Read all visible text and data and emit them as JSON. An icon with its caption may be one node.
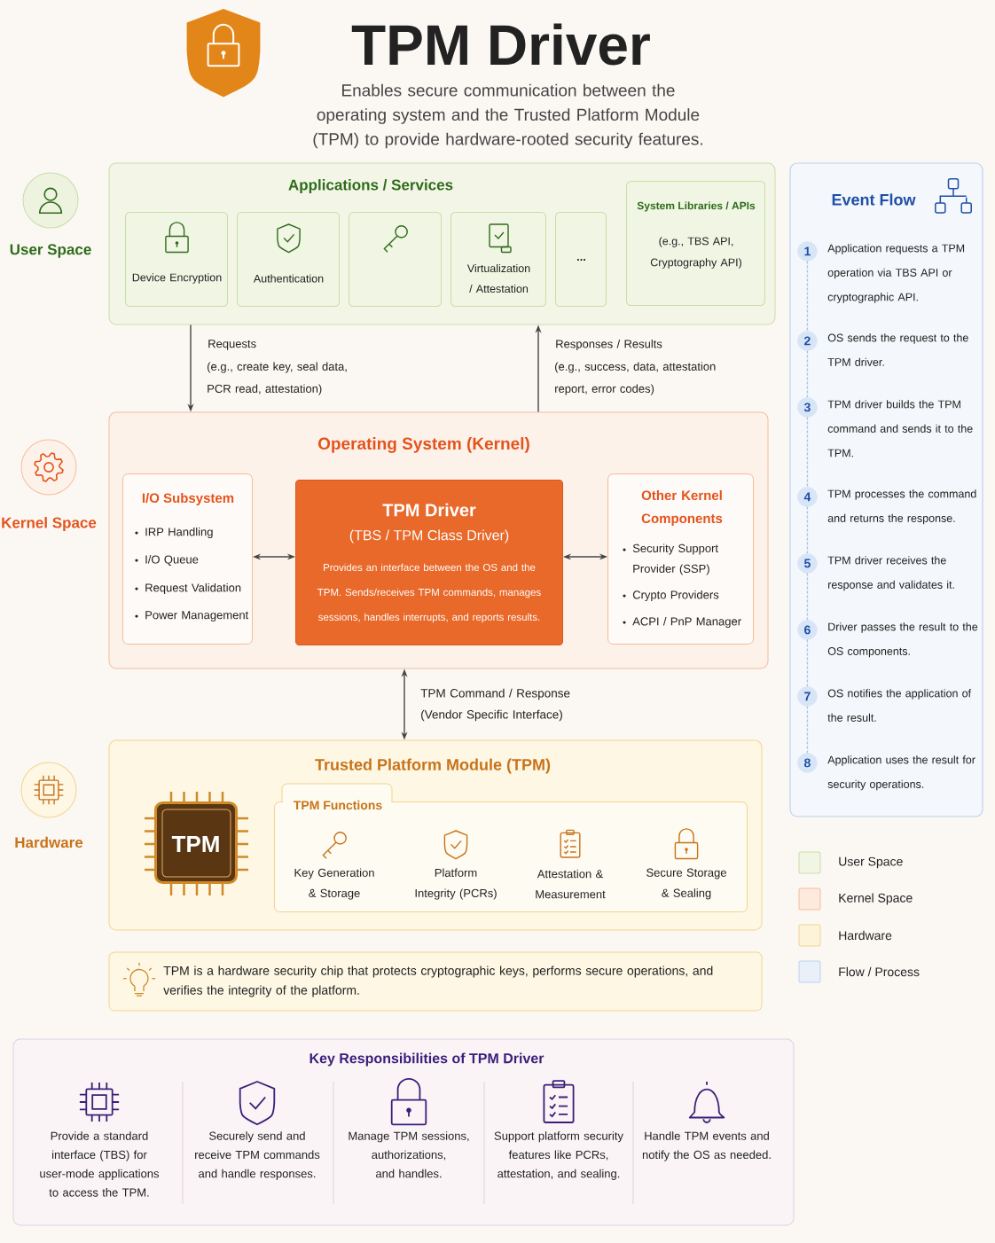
{
  "diagram": {
    "title": "TPM Driver",
    "nodes": [
      {
        "text": [
          "Applications / Services"
        ]
      },
      {
        "text": [
          "Device Encryption"
        ],
        "in": 0
      },
      {
        "text": [
          "Authentication"
        ],
        "in": 0
      },
      {
        "text": [],
        "shape": "box",
        "in": 0
      },
      {
        "text": [
          "Virtualization / Attestation"
        ],
        "in": 0
      },
      {
        "text": [
          "..."
        ],
        "in": 0
      },
      {
        "text": [
          "System Libraries / APIs",
          "(e.g., TBS API, Cryptography API)"
        ],
        "in": 0
      },
      {
        "text": [
          "Operating System (Kernel)"
        ]
      },
      {
        "text": [
          "I/O Subsystem",
          "IRP Handling",
          "I/O Queue",
          "Request Validation",
          "Power Management"
        ],
        "in": 7
      },
      {
        "text": [
          "TPM Driver",
          "(TBS / TPM Class Driver)",
          "Provides an interface between the OS and the TPM. Sends/receives TPM commands, manages sessions, handles interrupts, and reports results."
        ],
        "in": 7
      },
      {
        "text": [
          "Other Kernel Components",
          "Security Support Provider (SSP)",
          "Crypto Providers",
          "ACPI / PnP Manager"
        ],
        "in": 7
      },
      {
        "text": [
          "Trusted Platform Module (TPM)"
        ]
      },
      {
        "text": [
          "TPM"
        ],
        "in": 11
      },
      {
        "text": [
          "TPM Functions"
        ],
        "in": 11
      },
      {
        "text": [
          "TPM is a hardware security chip that protects cryptographic keys, performs secure operations, and verifies the integrity of the platform."
        ]
      },
      {
        "text": [
          "Key Responsibilities of TPM Driver"
        ]
      },
      {
        "text": [
          "Event Flow"
        ]
      },
      {
        "text": [
          "1"
        ],
        "in": 16,
        "beside": [
          "Application requests a TPM operation via TBS API or cryptographic API."
        ]
      },
      {
        "text": [
          "2"
        ],
        "in": 16,
        "beside": [
          "OS sends the request to the TPM driver."
        ]
      },
      {
        "text": [
          "3"
        ],
        "in": 16,
        "beside": [
          "TPM driver builds the TPM command and sends it to the TPM."
        ]
      },
      {
        "text": [
          "4"
        ],
        "in": 16,
        "beside": [
          "TPM processes the command and returns the response."
        ]
      },
      {
        "text": [
          "5"
        ],
        "in": 16,
        "beside": [
          "TPM driver receives the response and validates it."
        ]
      },
      {
        "text": [
          "6"
        ],
        "in": 16,
        "beside": [
          "Driver passes the result to the OS components."
        ]
      },
      {
        "text": [
          "7"
        ],
        "in": 16,
        "beside": [
          "OS notifies the application of the result."
        ]
      },
      {
        "text": [
          "8"
        ],
        "in": 16,
        "beside": [
          "Application uses the result for security operations."
        ]
      }
    ],
    "edges": [
      {
        "from": 0,
        "to": 7,
        "arrow": "to",
        "label": "Requests",
        "color": "#444444"
      },
      {
        "from": 7,
        "to": 0,
        "arrow": "to",
        "label": "Responses / Results",
        "color": "#444444"
      },
      {
        "from": 8,
        "to": 9,
        "arrow": "both",
        "color": "#444444"
      },
      {
        "from": 9,
        "to": 10,
        "arrow": "both",
        "color": "#444444"
      },
      {
        "from": 7,
        "to": 11,
        "arrow": "both",
        "label": "TPM Command / Response (Vendor Specific Interface)",
        "color": "#444444"
      },
      {
        "from": 17,
        "to": 18,
        "arrow": "none",
        "style": "dashed",
        "color": "#a9c4e8"
      },
      {
        "from": 18,
        "to": 19,
        "arrow": "none",
        "style": "dashed",
        "color": "#a9c4e8"
      },
      {
        "from": 19,
        "to": 20,
        "arrow": "none",
        "style": "dashed",
        "color": "#a9c4e8"
      },
      {
        "from": 20,
        "to": 21,
        "arrow": "none",
        "style": "dashed",
        "color": "#a9c4e8"
      },
      {
        "from": 21,
        "to": 22,
        "arrow": "none",
        "style": "dashed",
        "color": "#a9c4e8"
      },
      {
        "from": 22,
        "to": 23,
        "arrow": "none",
        "style": "dashed",
        "color": "#a9c4e8"
      },
      {
        "from": 23,
        "to": 24,
        "arrow": "none",
        "style": "dashed",
        "color": "#a9c4e8"
      }
    ],
    "labels": [
      "Enables secure communication between the operating system and the Trusted Platform Module (TPM) to provide hardware-rooted security features.",
      "User Space",
      "(e.g., create key, seal data, PCR read, attestation)",
      "(e.g., success, data, attestation report, error codes)",
      "Kernel Space",
      "Hardware",
      "Key Generation & Storage",
      "Platform Integrity (PCRs)",
      "Attestation & Measurement",
      "Secure Storage & Sealing",
      "Provide a standard interface (TBS) for user-mode applications to access the TPM.",
      "Securely send and receive TPM commands and handle responses.",
      "Manage TPM sessions, authorizations, and handles.",
      "Support platform security features like PCRs, attestation, and sealing.",
      "Handle TPM events and notify the OS as needed."
    ],
    "legend": [
      {
        "text": "User Space",
        "color": "#f1f5e3"
      },
      {
        "text": "Kernel Space",
        "color": "#fde9de"
      },
      {
        "text": "Hardware",
        "color": "#fdf3d9"
      },
      {
        "text": "Flow / Process",
        "color": "#e9f0fa"
      }
    ]
  }
}
